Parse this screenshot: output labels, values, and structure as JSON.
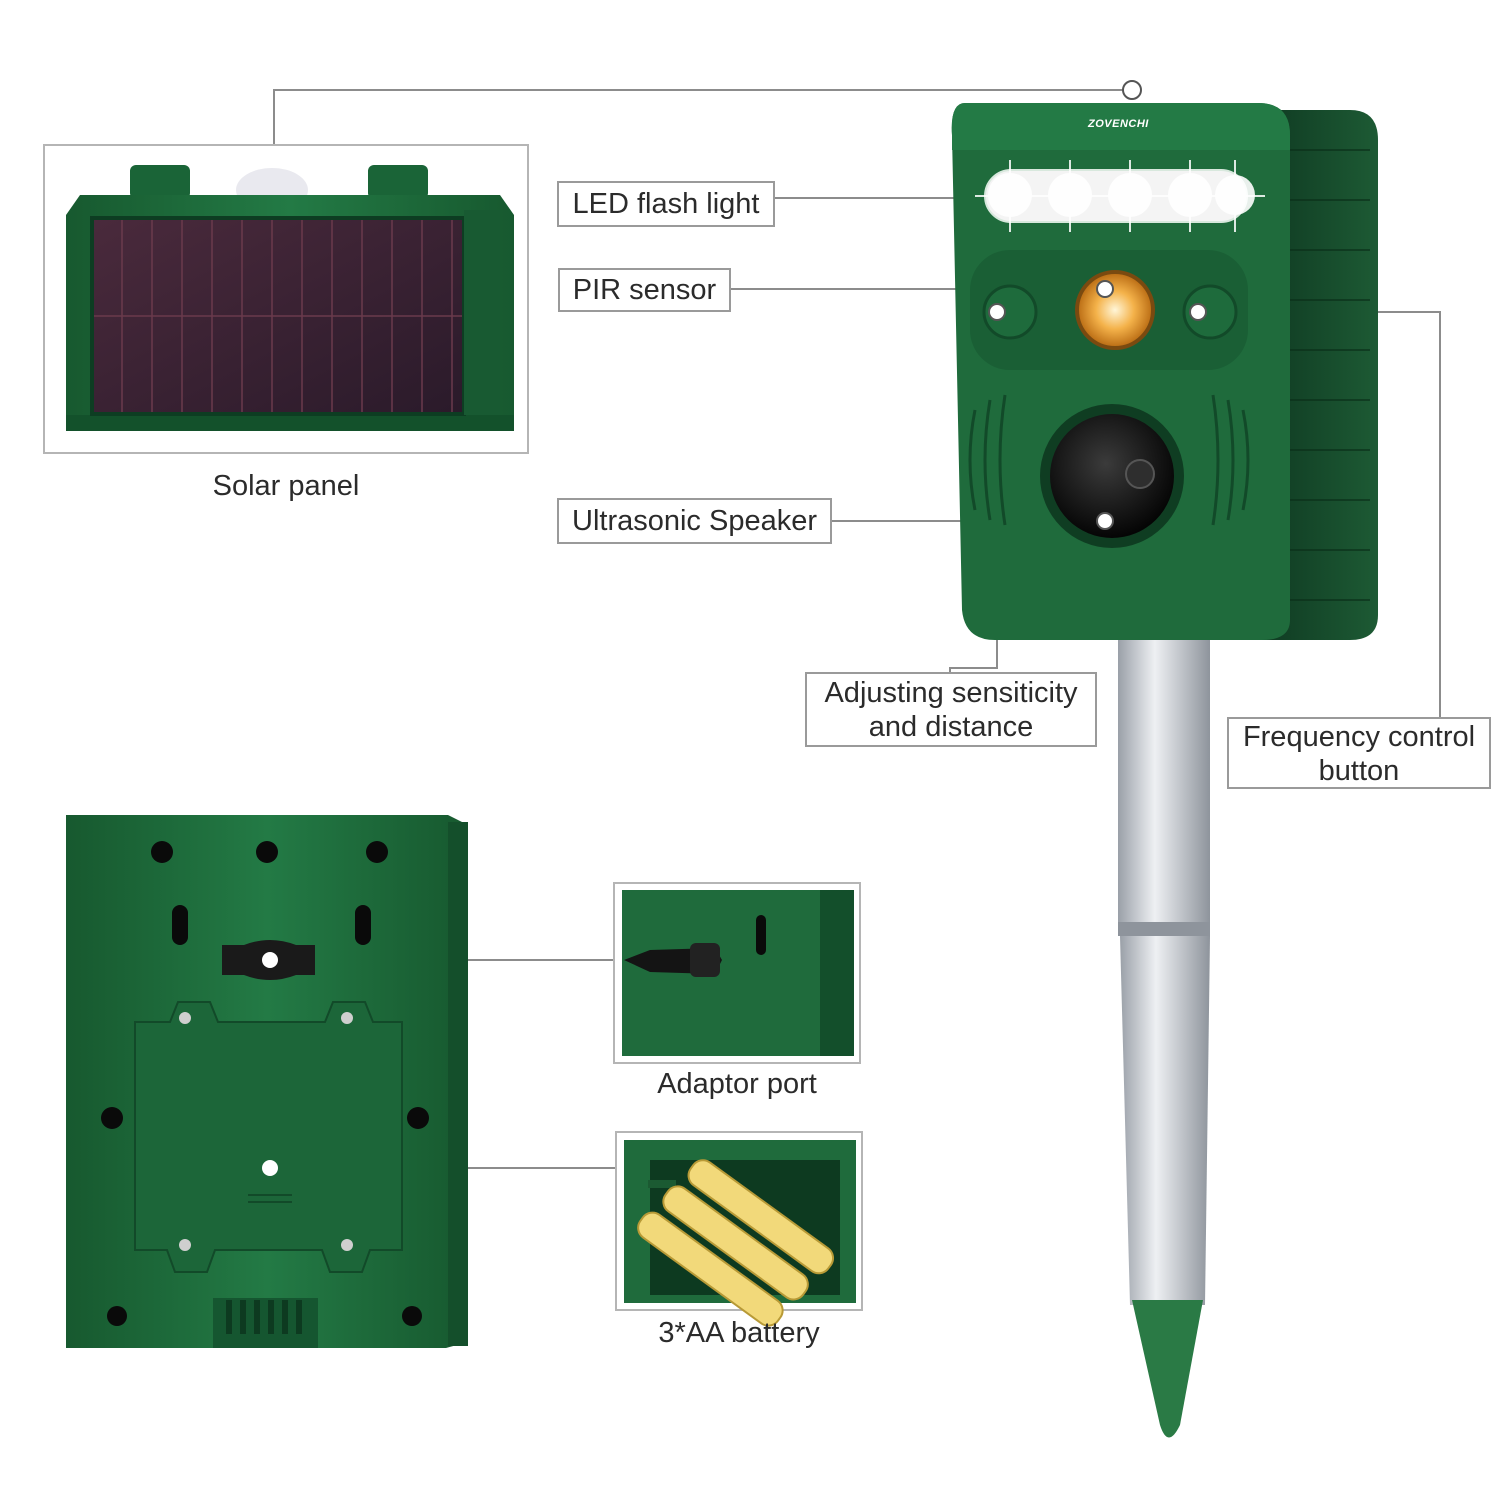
{
  "product": {
    "brand": "ZOVENCHI",
    "colors": {
      "body": "#1f6b3c",
      "body_dark": "#14502b",
      "pole": "#c9ccd2",
      "battery": "#f2d97a"
    }
  },
  "captions": {
    "solar_panel": "Solar panel",
    "adaptor_port": "Adaptor port",
    "battery": "3*AA battery"
  },
  "callouts": {
    "led_flash_light": "LED flash light",
    "pir_sensor": "PIR sensor",
    "ultrasonic_speaker": "Ultrasonic Speaker",
    "adjusting_line1": "Adjusting sensiticity",
    "adjusting_line2": "and distance",
    "frequency_line1": "Frequency control",
    "frequency_line2": "button"
  }
}
